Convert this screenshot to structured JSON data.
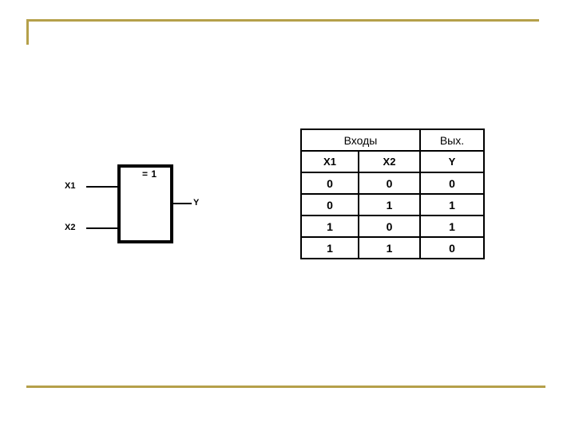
{
  "slide": {
    "background_color": "#ffffff",
    "accent_color": "#b5a04a"
  },
  "diagram": {
    "title": "xor-gate-symbol",
    "gate_symbol_label": "= 1",
    "inputs": [
      {
        "name": "input-x1",
        "label": "X1"
      },
      {
        "name": "input-x2",
        "label": "X2"
      }
    ],
    "output": {
      "name": "output-y",
      "label": "Y"
    }
  },
  "truth_table": {
    "group_headers": {
      "inputs": "Входы",
      "output": "Вых."
    },
    "columns": [
      "X1",
      "X2",
      "Y"
    ],
    "rows": [
      [
        "0",
        "0",
        "0"
      ],
      [
        "0",
        "1",
        "1"
      ],
      [
        "1",
        "0",
        "1"
      ],
      [
        "1",
        "1",
        "0"
      ]
    ]
  }
}
